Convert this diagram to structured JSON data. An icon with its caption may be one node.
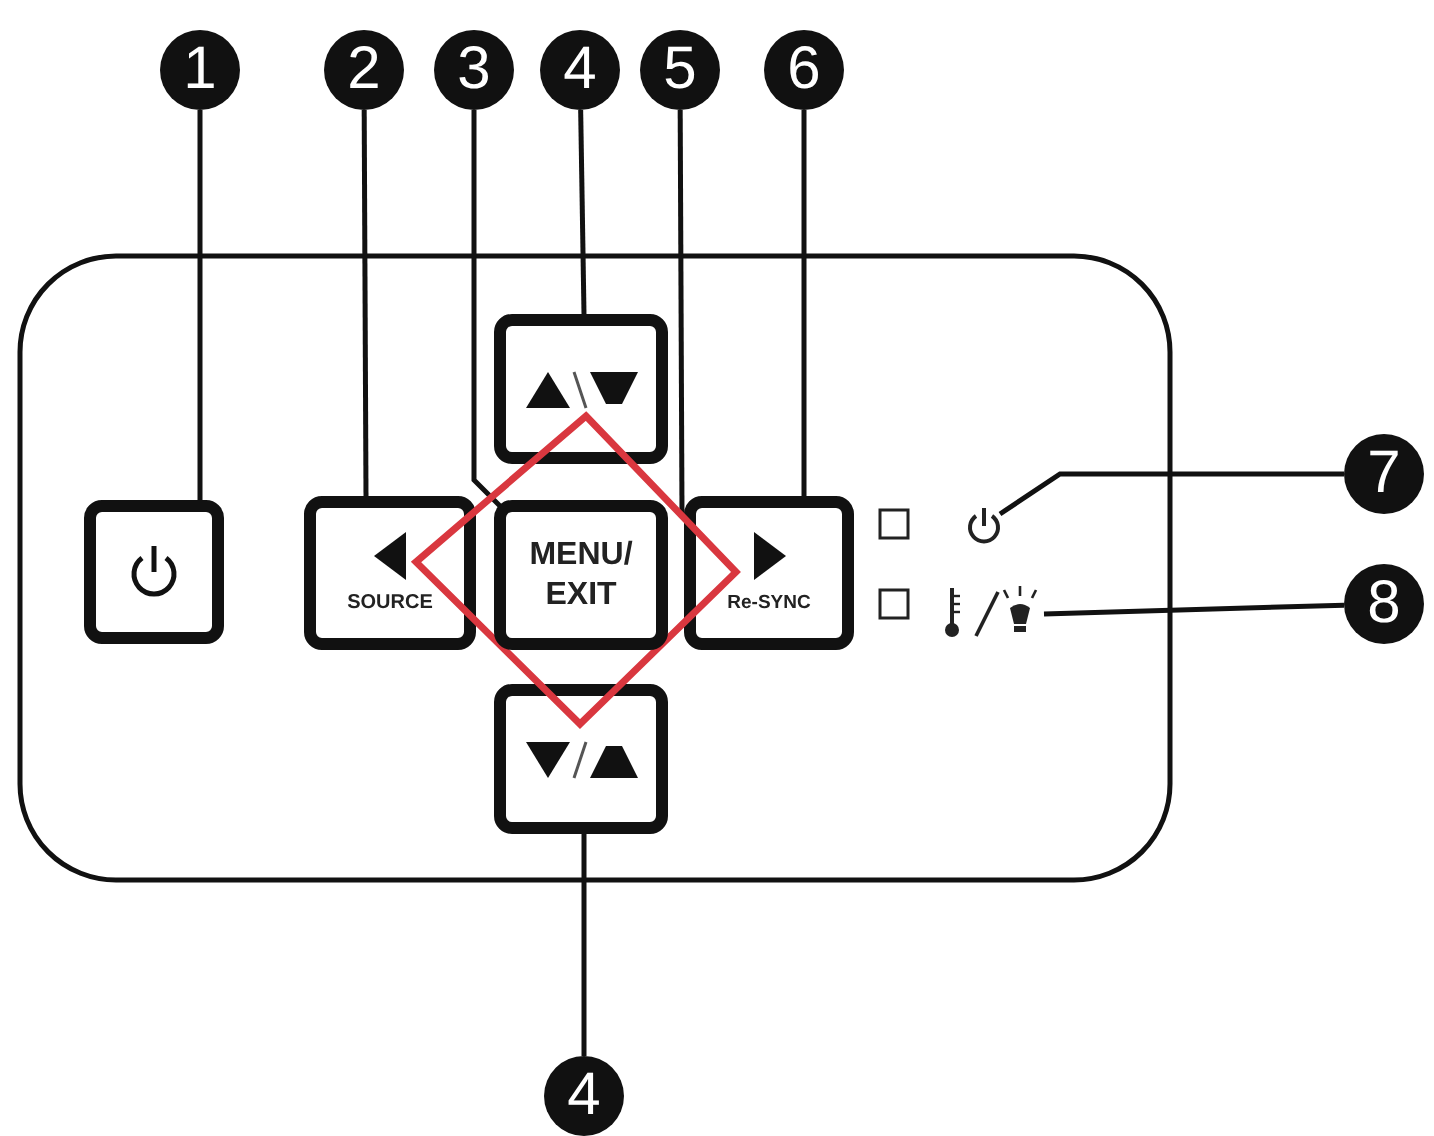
{
  "diagram": {
    "nodes": [
      {
        "text": [
          "1"
        ]
      },
      {
        "text": [
          "2"
        ]
      },
      {
        "text": [
          "3"
        ]
      },
      {
        "text": [
          "4"
        ]
      },
      {
        "text": [
          "5"
        ]
      },
      {
        "text": [
          "6"
        ]
      },
      {
        "text": [
          "7"
        ]
      },
      {
        "text": [
          "8"
        ]
      },
      {
        "text": [],
        "shape": "box"
      },
      {
        "text": [
          "SOURCE"
        ]
      },
      {
        "text": [],
        "shape": "box"
      },
      {
        "text": [],
        "shape": "diamond"
      },
      {
        "text": [
          "MENU/ EXIT"
        ],
        "in": 11
      },
      {
        "text": [
          "Re-SYNC"
        ]
      },
      {
        "text": [],
        "shape": "picture"
      },
      {
        "text": [],
        "shape": "picture"
      },
      {
        "text": [],
        "shape": "box"
      },
      {
        "text": [
          "4"
        ]
      }
    ],
    "edges": [
      {
        "from": 0,
        "to": 8,
        "arrow": "none"
      },
      {
        "from": 1,
        "to": 9,
        "arrow": "none"
      },
      {
        "from": 2,
        "to": 12,
        "arrow": "none"
      },
      {
        "from": 3,
        "to": 10,
        "arrow": "none"
      },
      {
        "from": 4,
        "to": 11,
        "arrow": "none"
      },
      {
        "from": 5,
        "to": 13,
        "arrow": "none"
      },
      {
        "from": 6,
        "to": 14,
        "arrow": "none"
      },
      {
        "from": 7,
        "to": 15,
        "arrow": "none"
      },
      {
        "from": 17,
        "to": 16,
        "arrow": "none"
      }
    ]
  }
}
